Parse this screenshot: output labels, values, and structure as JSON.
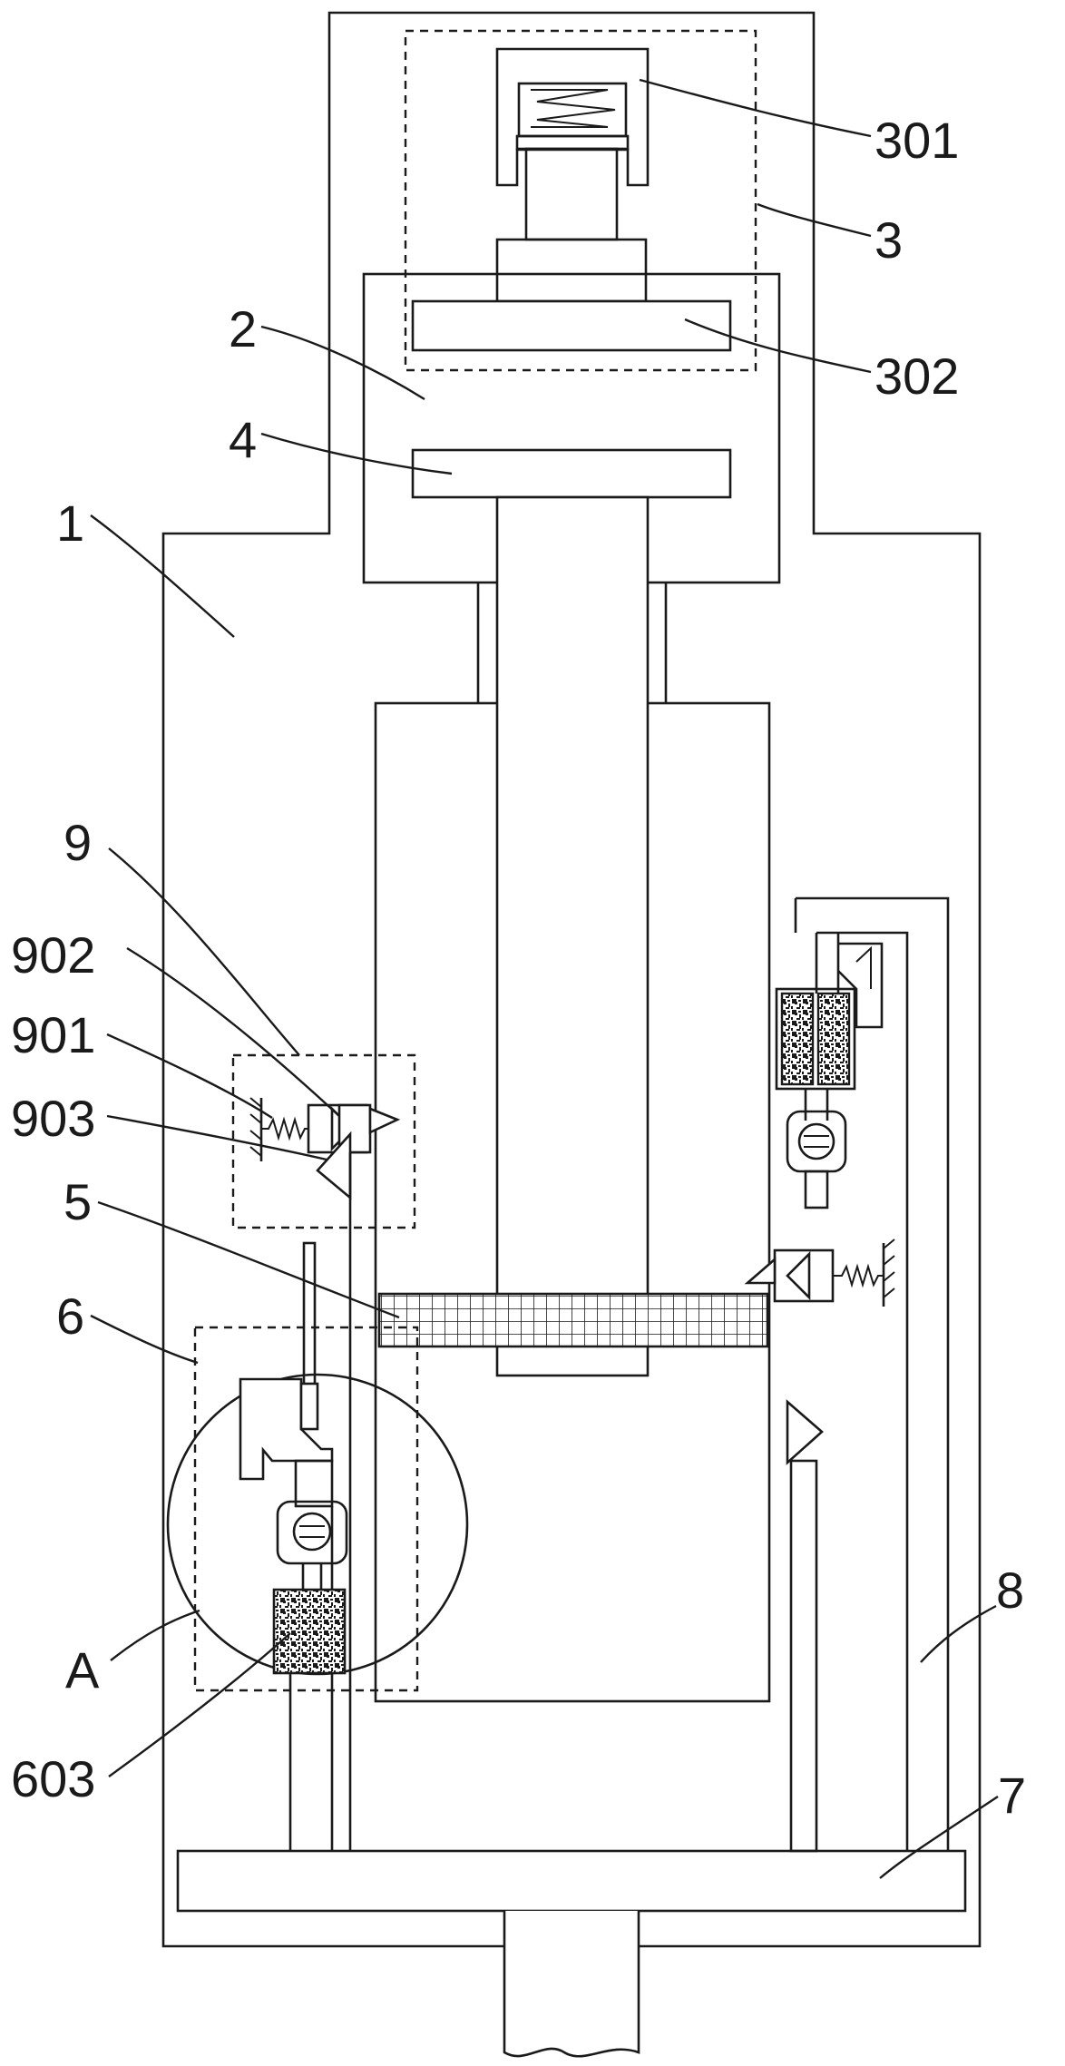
{
  "labels": {
    "l1": "1",
    "l2": "2",
    "l3": "3",
    "l301": "301",
    "l302": "302",
    "l4": "4",
    "l5": "5",
    "l6": "6",
    "l603": "603",
    "lA": "A",
    "l7": "7",
    "l8": "8",
    "l9": "9",
    "l901": "901",
    "l902": "902",
    "l903": "903"
  },
  "colors": {
    "line": "#1a1a1a",
    "background": "#ffffff"
  }
}
